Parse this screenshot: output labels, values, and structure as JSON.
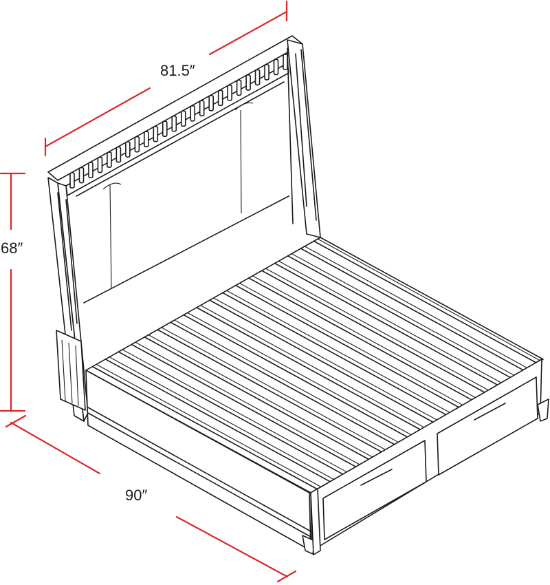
{
  "diagram": {
    "subject": "bed-line-drawing",
    "dimensions": {
      "width": "81.5″",
      "height": "68″",
      "length": "90″"
    },
    "colors": {
      "dimension_lines": "#d9262b",
      "drawing_lines": "#1a1a1a",
      "background": "#ffffff"
    }
  }
}
